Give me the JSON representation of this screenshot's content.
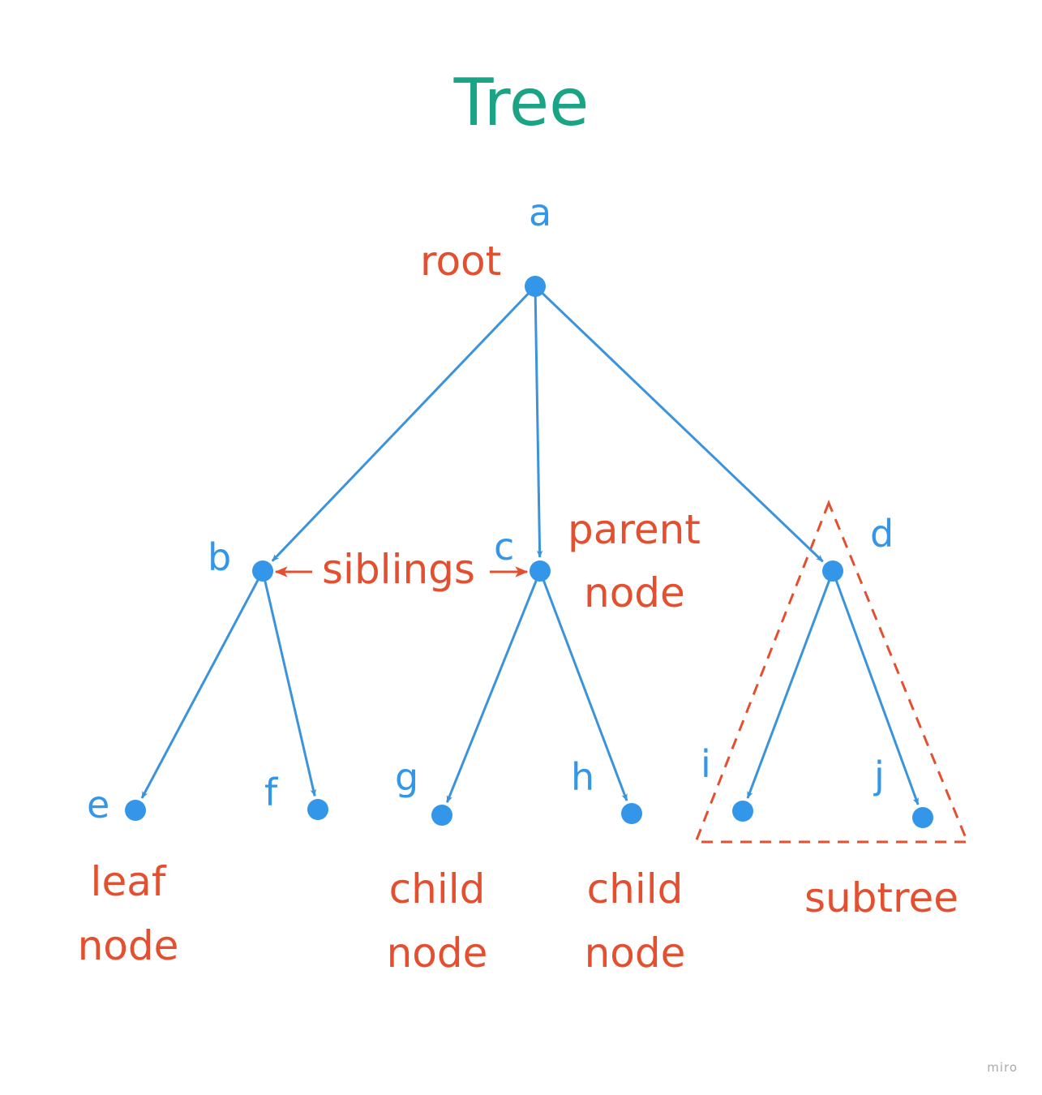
{
  "title": "Tree",
  "watermark": "miro",
  "colors": {
    "title": "#1aa385",
    "node": "#3396e8",
    "edge": "#3b93dc",
    "annotation": "#e4502f",
    "watermark": "#aaaaaa"
  },
  "nodes": [
    {
      "id": "a",
      "label": "a"
    },
    {
      "id": "b",
      "label": "b"
    },
    {
      "id": "c",
      "label": "c"
    },
    {
      "id": "d",
      "label": "d"
    },
    {
      "id": "e",
      "label": "e"
    },
    {
      "id": "f",
      "label": "f"
    },
    {
      "id": "g",
      "label": "g"
    },
    {
      "id": "h",
      "label": "h"
    },
    {
      "id": "i",
      "label": "i"
    },
    {
      "id": "j",
      "label": "j"
    }
  ],
  "edges": [
    {
      "from": "a",
      "to": "b"
    },
    {
      "from": "a",
      "to": "c"
    },
    {
      "from": "a",
      "to": "d"
    },
    {
      "from": "b",
      "to": "e"
    },
    {
      "from": "b",
      "to": "f"
    },
    {
      "from": "c",
      "to": "g"
    },
    {
      "from": "c",
      "to": "h"
    },
    {
      "from": "d",
      "to": "i"
    },
    {
      "from": "d",
      "to": "j"
    }
  ],
  "annotations": {
    "root": "root",
    "siblings": "siblings",
    "parent_line1": "parent",
    "parent_line2": "node",
    "leaf_line1": "leaf",
    "leaf_line2": "node",
    "child_g_line1": "child",
    "child_g_line2": "node",
    "child_h_line1": "child",
    "child_h_line2": "node",
    "subtree": "subtree"
  }
}
